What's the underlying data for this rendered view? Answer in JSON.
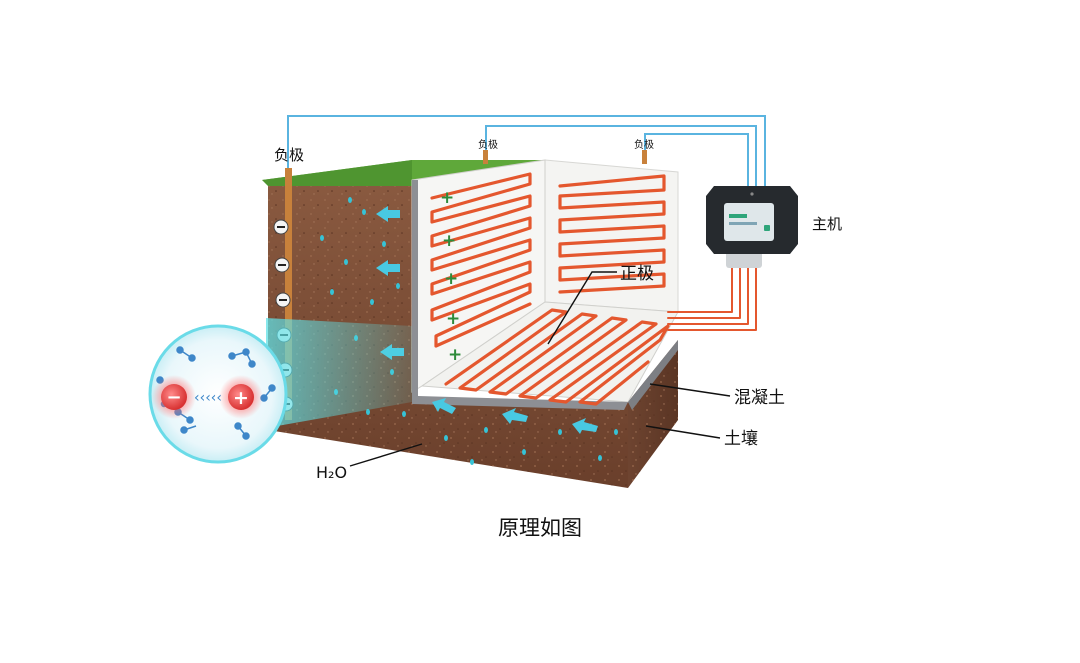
{
  "labels": {
    "negative_left": "负极",
    "negative_mid": "负极",
    "negative_right": "负极",
    "host": "主机",
    "positive": "正极",
    "concrete": "混凝土",
    "soil": "土壤",
    "water": "H₂O"
  },
  "caption": "原理如图",
  "symbols": {
    "plus": "+",
    "minus": "−",
    "chevrons": "‹‹‹‹‹"
  },
  "colors": {
    "wire": "#5ab4e0",
    "heating_cable": "#e4572e",
    "soil": "#7a4a33",
    "grass": "#5fa83a",
    "concrete_wall": "#f4f4f2",
    "water_drop": "#36c3d6",
    "plus_sign": "#2e8b3a",
    "host_body": "#262a2e",
    "host_screen": "#dfe7ea",
    "negative_rod": "#c8813b"
  }
}
